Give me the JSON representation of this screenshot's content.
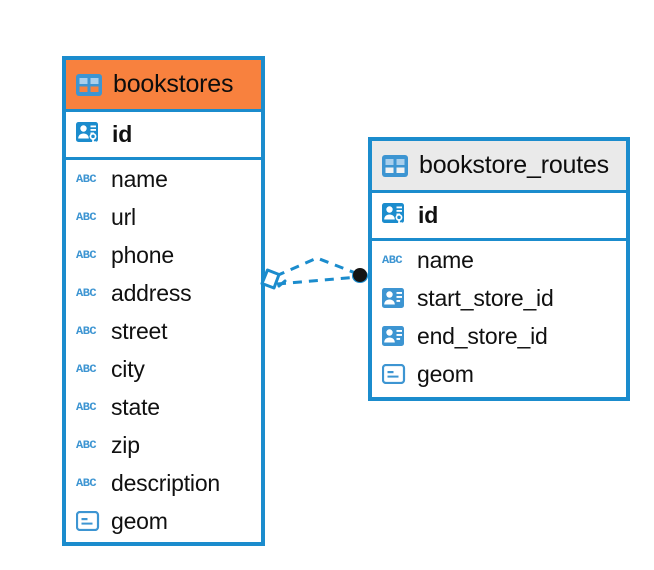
{
  "diagram": {
    "type": "entity-relationship-diagram",
    "colors": {
      "border": "#1b8ccd",
      "header_highlight": "#f8813e",
      "header_default": "#eaeaea",
      "icon_blue": "#3d95d2",
      "connector": "#1b8ccd",
      "connector_endpoint": "#141414"
    },
    "tables": [
      {
        "name": "bookstores",
        "header_icon": "table-icon",
        "header_state": "selected",
        "primary_key": {
          "label": "id",
          "icon": "primary-key-icon"
        },
        "fields": [
          {
            "label": "name",
            "icon": "abc-icon",
            "type_hint": "ABC"
          },
          {
            "label": "url",
            "icon": "abc-icon",
            "type_hint": "ABC"
          },
          {
            "label": "phone",
            "icon": "abc-icon",
            "type_hint": "ABC"
          },
          {
            "label": "address",
            "icon": "abc-icon",
            "type_hint": "ABC"
          },
          {
            "label": "street",
            "icon": "abc-icon",
            "type_hint": "ABC"
          },
          {
            "label": "city",
            "icon": "abc-icon",
            "type_hint": "ABC"
          },
          {
            "label": "state",
            "icon": "abc-icon",
            "type_hint": "ABC"
          },
          {
            "label": "zip",
            "icon": "abc-icon",
            "type_hint": "ABC"
          },
          {
            "label": "description",
            "icon": "abc-icon",
            "type_hint": "ABC"
          },
          {
            "label": "geom",
            "icon": "geometry-icon",
            "type_hint": "geometry"
          }
        ]
      },
      {
        "name": "bookstore_routes",
        "header_icon": "table-icon",
        "header_state": "default",
        "primary_key": {
          "label": "id",
          "icon": "primary-key-icon"
        },
        "fields": [
          {
            "label": "name",
            "icon": "abc-icon",
            "type_hint": "ABC"
          },
          {
            "label": "start_store_id",
            "icon": "foreign-key-icon",
            "type_hint": "reference"
          },
          {
            "label": "end_store_id",
            "icon": "foreign-key-icon",
            "type_hint": "reference"
          },
          {
            "label": "geom",
            "icon": "geometry-icon",
            "type_hint": "geometry"
          }
        ]
      }
    ],
    "relationship": {
      "from": "bookstores",
      "to": "bookstore_routes",
      "style": "dashed",
      "source_marker": "diamond-marker",
      "target_marker": "filled-circle-marker",
      "line_count": 2
    }
  }
}
